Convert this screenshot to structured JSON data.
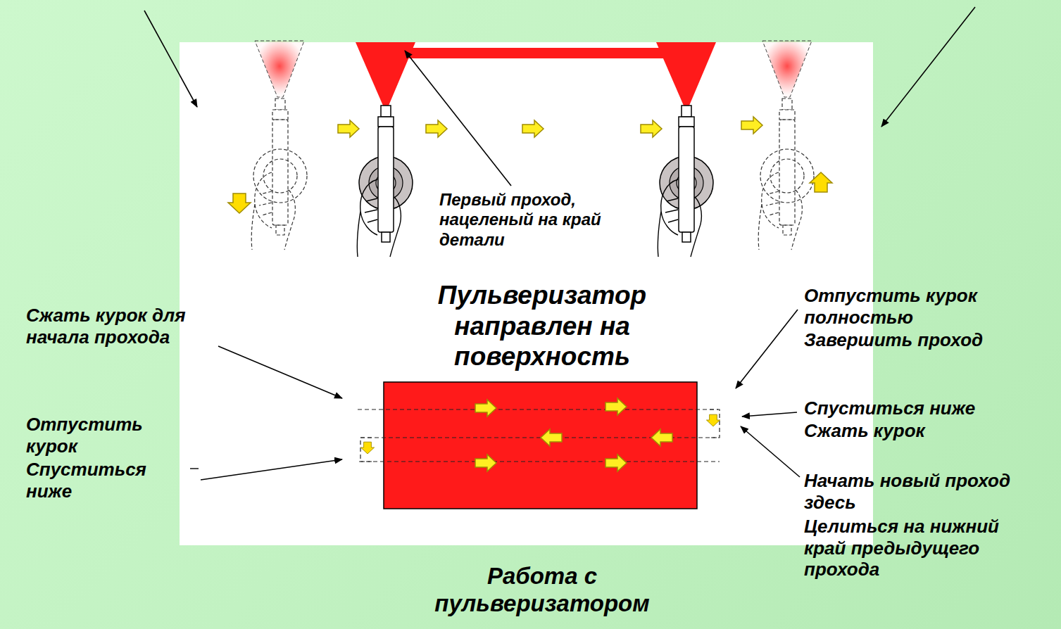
{
  "diagram": {
    "caption": "Работа с пульверизатором",
    "labels": [
      "Первый проход, нацеленый на край детали",
      "Пульверизатор направлен на поверхность",
      "Сжать курок для начала прохода",
      "Отпустить курок",
      "Спуститься ниже",
      "Отпустить курок полностью",
      "Завершить проход",
      "Спуститься ниже",
      "Сжать курок",
      "Начать новый проход здесь",
      "Целиться на нижний край предыдущего прохода"
    ]
  }
}
